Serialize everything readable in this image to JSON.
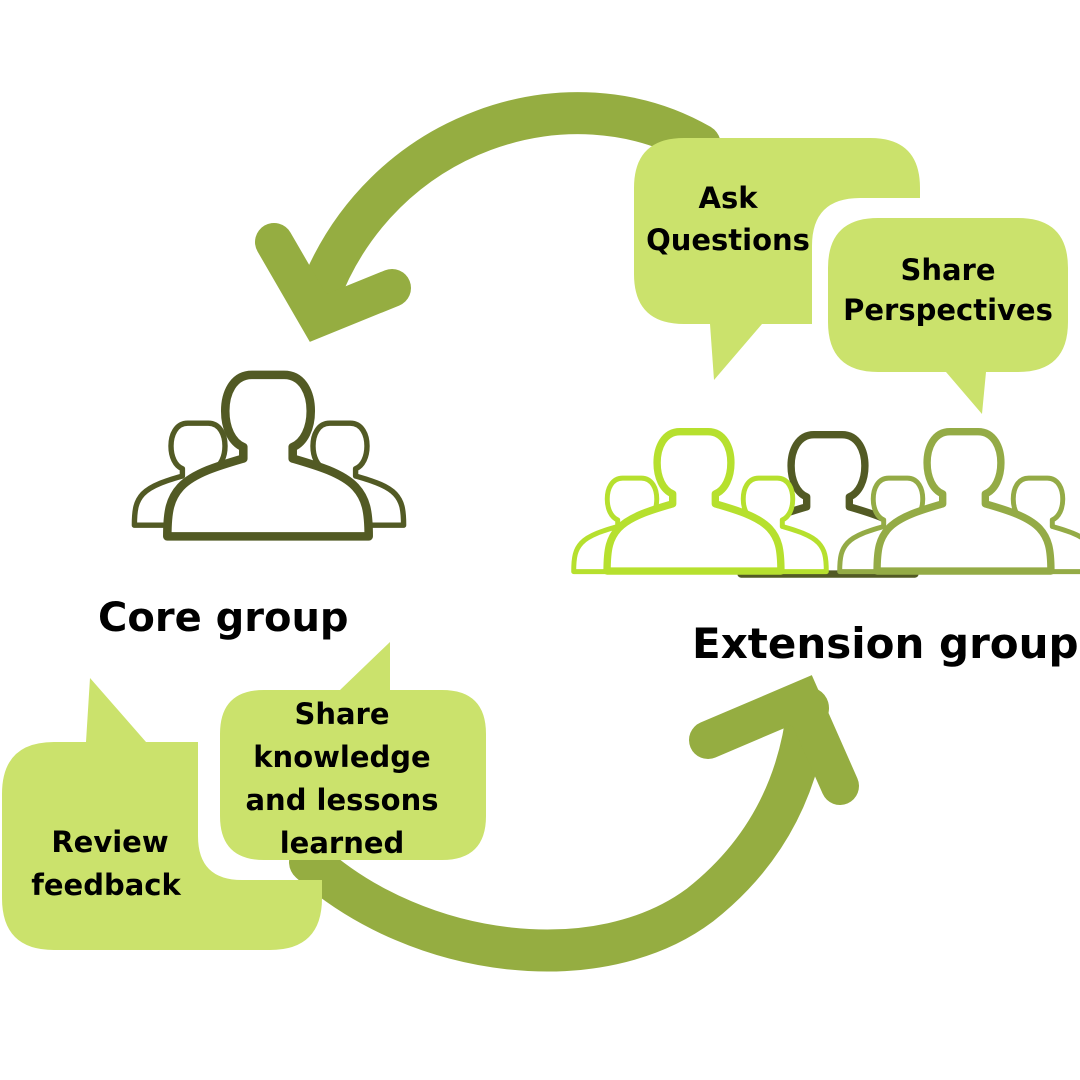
{
  "colors": {
    "arrow": "#95ad41",
    "bubble": "#cbe26c",
    "dark_person": "#525a24",
    "bright_person": "#b6e02e",
    "mid_person": "#94ab46",
    "text": "#000000",
    "background": "#ffffff"
  },
  "groups": {
    "core": {
      "label": "Core group",
      "icon": "people-group-icon"
    },
    "extension": {
      "label": "Extension group",
      "icon": "people-crowd-icon"
    }
  },
  "bubbles": {
    "ask_questions": {
      "lines": [
        "Ask",
        "Questions"
      ]
    },
    "share_perspectives": {
      "lines": [
        "Share",
        "Perspectives"
      ]
    },
    "share_knowledge": {
      "lines": [
        "Share",
        "knowledge",
        "and lessons",
        "learned"
      ]
    },
    "review_feedback": {
      "lines": [
        "Review",
        "feedback"
      ]
    }
  },
  "arrows": {
    "top": {
      "direction": "extension-to-core",
      "icon": "curved-arrow-icon"
    },
    "bottom": {
      "direction": "core-to-extension",
      "icon": "curved-arrow-icon"
    }
  }
}
